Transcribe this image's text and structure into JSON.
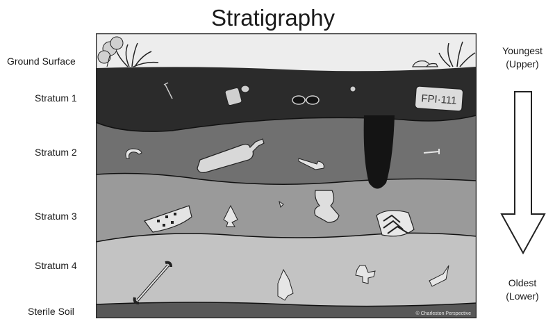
{
  "title": "Stratigraphy",
  "layers": {
    "ground_surface": "Ground Surface",
    "stratum1": "Stratum 1",
    "stratum2": "Stratum 2",
    "stratum3": "Stratum 3",
    "stratum4": "Stratum 4",
    "sterile_soil": "Sterile Soil"
  },
  "time_scale": {
    "top_line1": "Youngest",
    "top_line2": "(Upper)",
    "bottom_line1": "Oldest",
    "bottom_line2": "(Lower)"
  },
  "license_plate": "FPI·111",
  "credit": "© Charleston Perspective",
  "colors": {
    "sky": "#ededed",
    "stratum1": "#2b2b2b",
    "stratum2": "#707070",
    "stratum3": "#9a9a9a",
    "stratum4": "#c3c3c3",
    "sterile": "#585858"
  }
}
